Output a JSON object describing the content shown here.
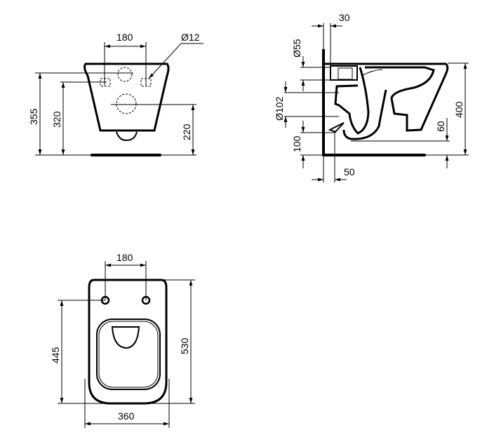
{
  "front_view": {
    "dim_width_fixing": "180",
    "dim_hole_diameter": "Ø12",
    "dim_height_355": "355",
    "dim_height_320": "320",
    "dim_height_220": "220"
  },
  "side_view": {
    "dim_30": "30",
    "dim_inlet_diameter": "Ø55",
    "dim_outlet_diameter": "Ø102",
    "dim_100": "100",
    "dim_50": "50",
    "dim_60": "60",
    "dim_400": "400"
  },
  "top_view": {
    "dim_fixing": "180",
    "dim_445": "445",
    "dim_530": "530",
    "dim_360": "360"
  }
}
